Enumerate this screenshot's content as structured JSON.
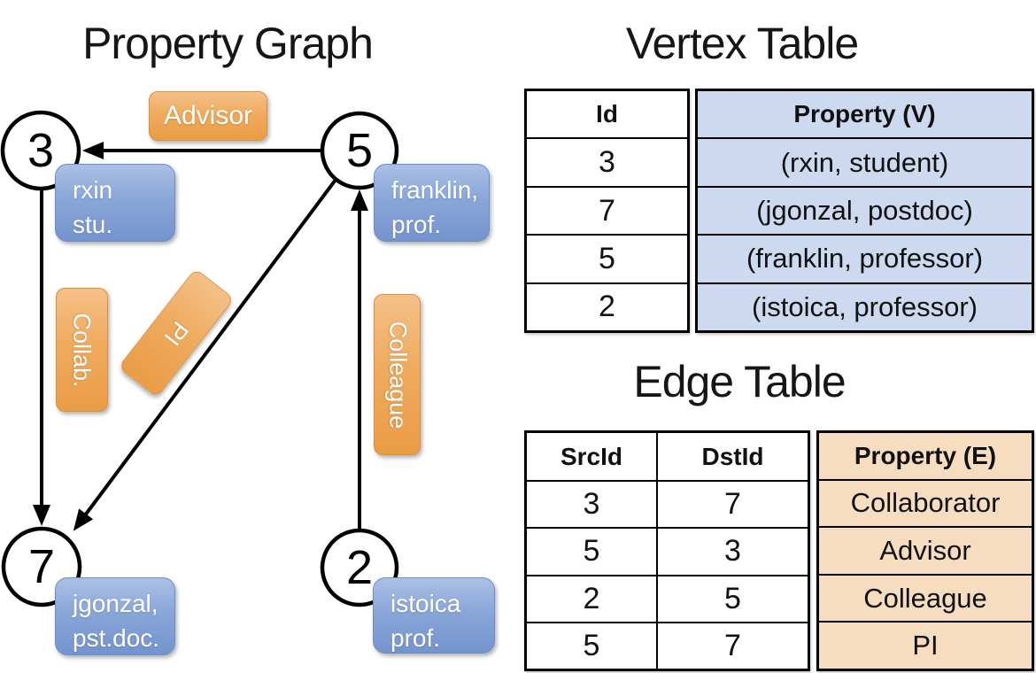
{
  "colors": {
    "edge_label_orange": "#efa94e",
    "vertex_label_blue": "#7e9cd3",
    "vertex_cell_bg": "#cdd9ee",
    "edge_cell_bg": "#f6ddc0",
    "line_black": "#000000"
  },
  "property_graph": {
    "title": "Property Graph",
    "nodes": [
      {
        "id": "3",
        "label_line1": "rxin",
        "label_line2": "stu."
      },
      {
        "id": "5",
        "label_line1": "franklin,",
        "label_line2": "prof."
      },
      {
        "id": "7",
        "label_line1": "jgonzal,",
        "label_line2": "pst.doc."
      },
      {
        "id": "2",
        "label_line1": "istoica",
        "label_line2": "prof."
      }
    ],
    "edges": [
      {
        "label": "Advisor",
        "from": "5",
        "to": "3"
      },
      {
        "label": "Collab.",
        "from": "3",
        "to": "7"
      },
      {
        "label": "PI",
        "from": "5",
        "to": "7"
      },
      {
        "label": "Colleague",
        "from": "2",
        "to": "5"
      }
    ]
  },
  "vertex_table": {
    "title": "Vertex Table",
    "headers": {
      "id": "Id",
      "property": "Property (V)"
    },
    "rows": [
      {
        "id": "3",
        "property": "(rxin, student)"
      },
      {
        "id": "7",
        "property": "(jgonzal, postdoc)"
      },
      {
        "id": "5",
        "property": "(franklin, professor)"
      },
      {
        "id": "2",
        "property": "(istoica, professor)"
      }
    ]
  },
  "edge_table": {
    "title": "Edge Table",
    "headers": {
      "src": "SrcId",
      "dst": "DstId",
      "property": "Property (E)"
    },
    "rows": [
      {
        "src": "3",
        "dst": "7",
        "property": "Collaborator"
      },
      {
        "src": "5",
        "dst": "3",
        "property": "Advisor"
      },
      {
        "src": "2",
        "dst": "5",
        "property": "Colleague"
      },
      {
        "src": "5",
        "dst": "7",
        "property": "PI"
      }
    ]
  }
}
